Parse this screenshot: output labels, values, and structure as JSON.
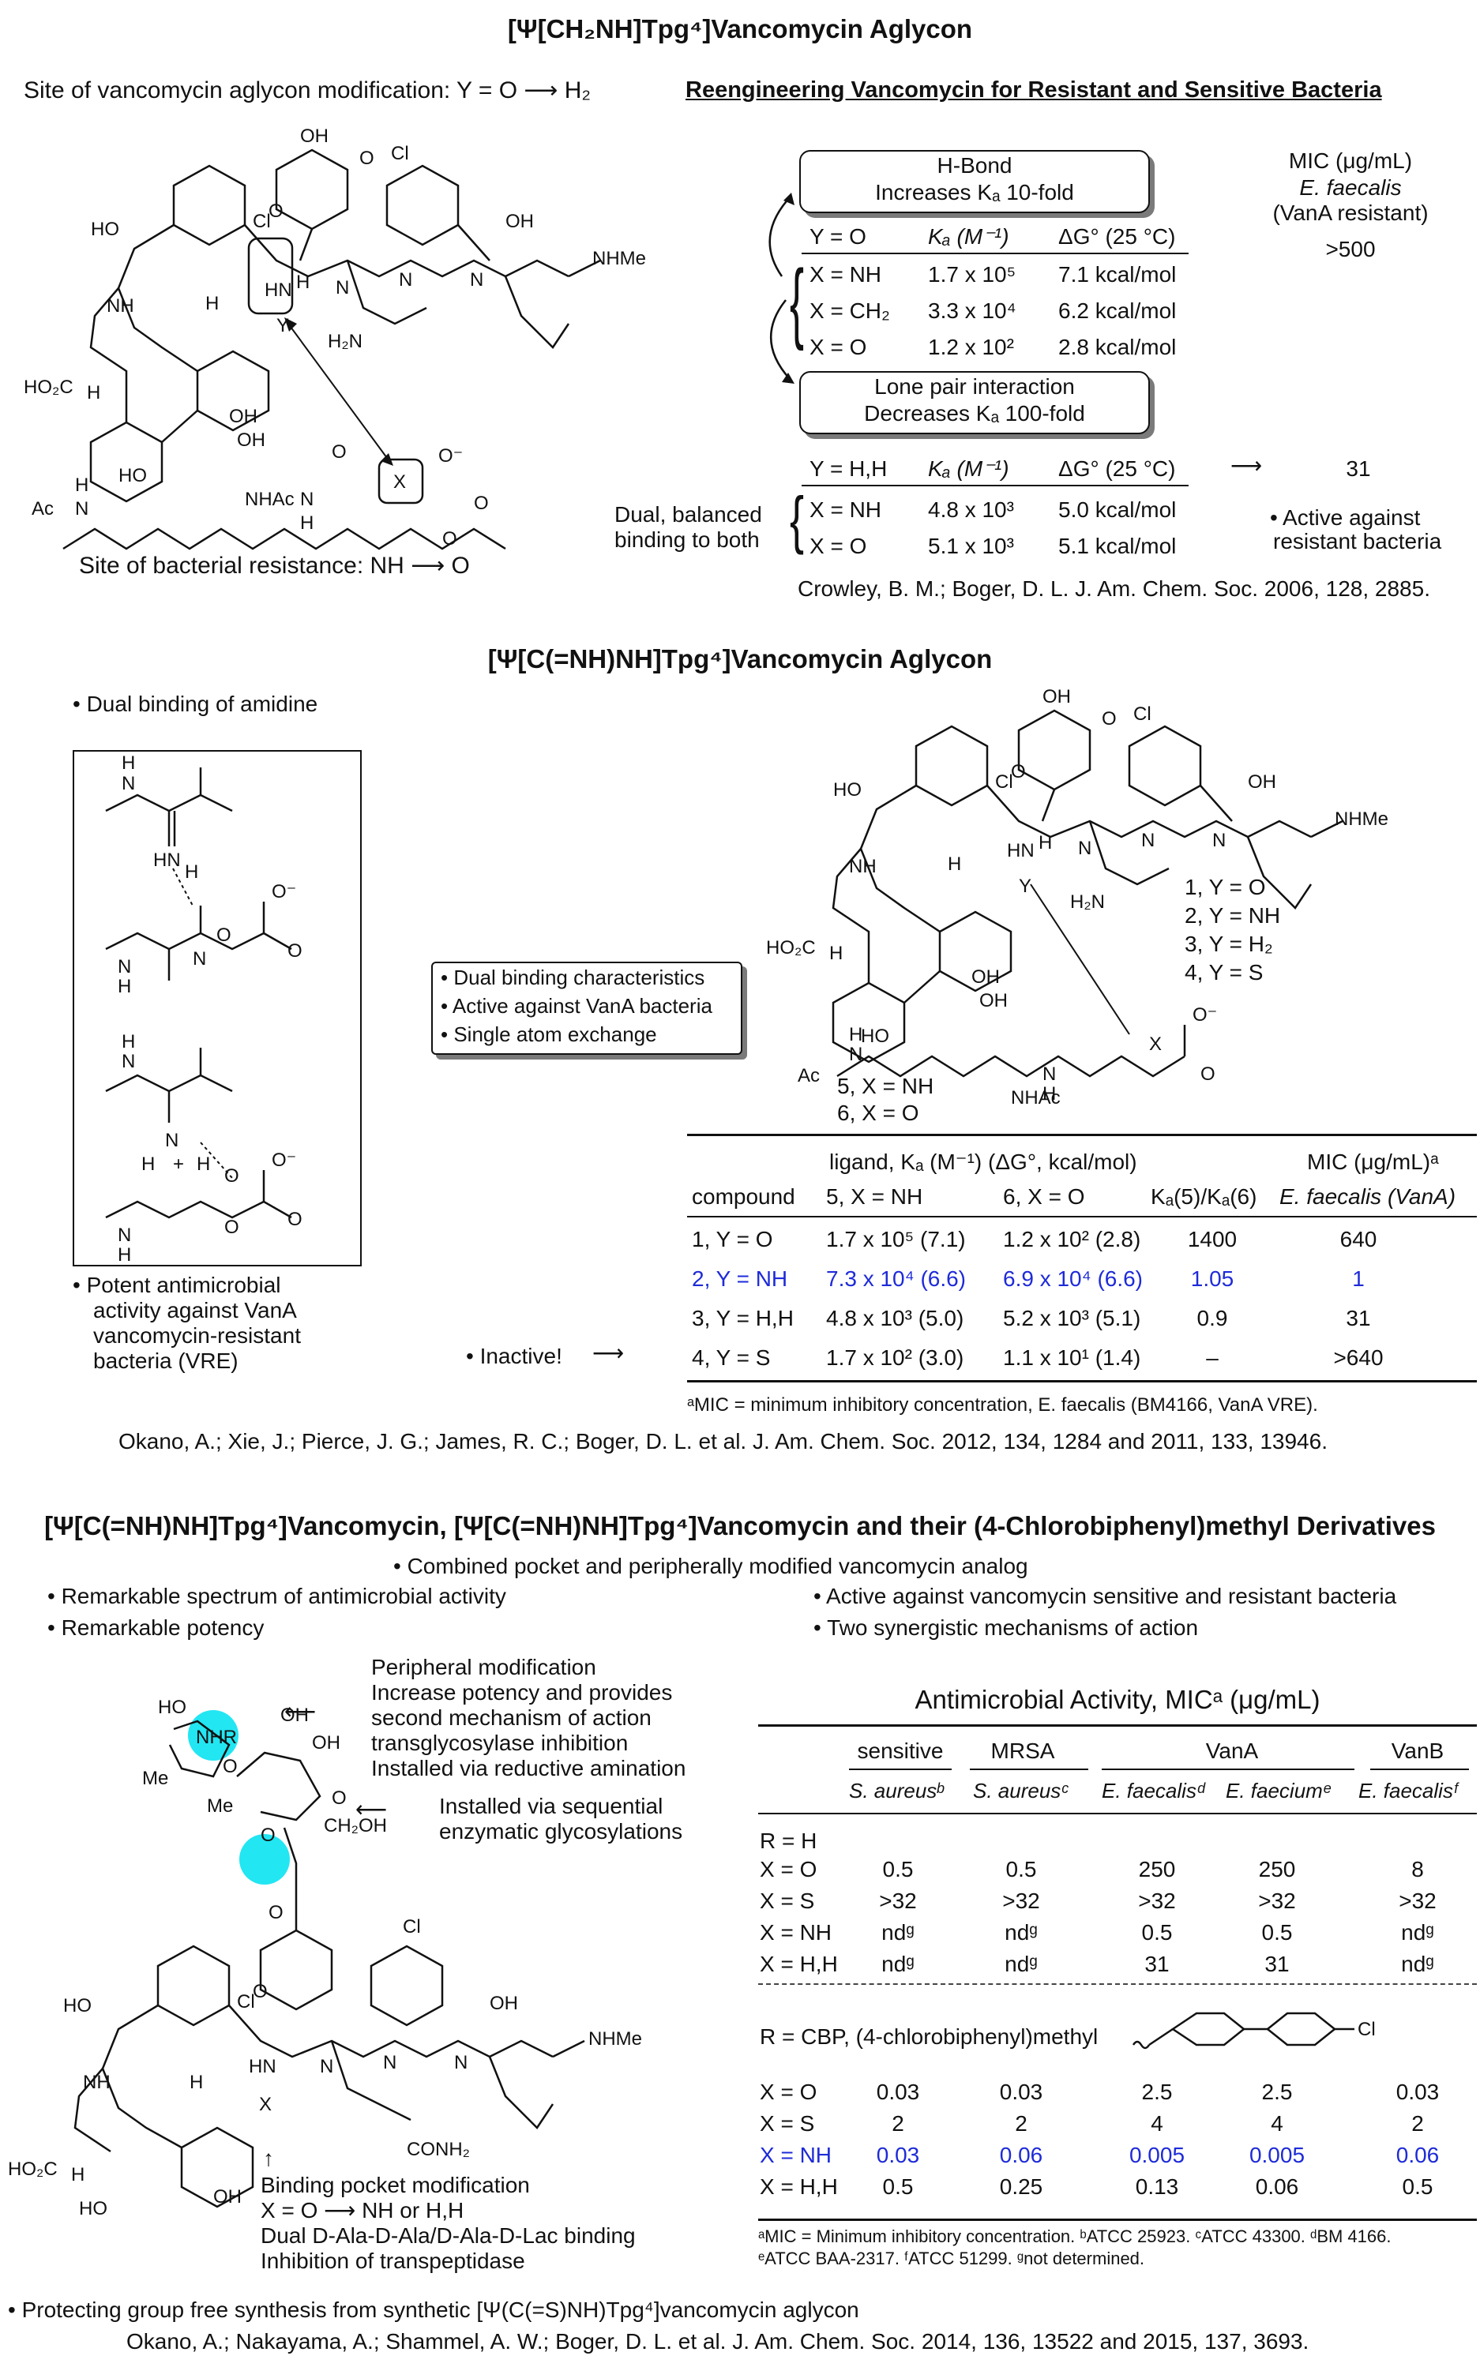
{
  "s1": {
    "title": "[Ψ[CH₂NH]Tpg⁴]Vancomycin Aglycon",
    "site_top": "Site of vancomycin aglycon modification: Y = O",
    "site_top_h2": "H₂",
    "site_bottom": "Site of bacterial resistance: NH",
    "site_bottom_o": "O",
    "right_title": "Reengineering Vancomycin for Resistant and Sensitive Bacteria",
    "hbond_box": [
      "H-Bond",
      "Increases Kₐ 10-fold"
    ],
    "lonepair_box": [
      "Lone pair interaction",
      "Decreases Kₐ 100-fold"
    ],
    "mic_header": [
      "MIC (μg/mL)",
      "E. faecalis",
      "(VanA resistant)"
    ],
    "mic_value_top": ">500",
    "mic_value_bottom": "31",
    "active_note": [
      "• Active against",
      "resistant bacteria"
    ],
    "dual_note": [
      "Dual, balanced",
      "binding to both"
    ],
    "tableA": {
      "header": [
        "Y = O",
        "Kₐ (M⁻¹)",
        "ΔG° (25 °C)"
      ],
      "rows": [
        [
          "X = NH",
          "1.7 x 10⁵",
          "7.1 kcal/mol"
        ],
        [
          "X = CH₂",
          "3.3 x 10⁴",
          "6.2 kcal/mol"
        ],
        [
          "X = O",
          "1.2 x 10²",
          "2.8 kcal/mol"
        ]
      ]
    },
    "tableB": {
      "header": [
        "Y = H,H",
        "Kₐ (M⁻¹)",
        "ΔG° (25 °C)"
      ],
      "rows": [
        [
          "X = NH",
          "4.8 x 10³",
          "5.0 kcal/mol"
        ],
        [
          "X = O",
          "5.1 x 10³",
          "5.1 kcal/mol"
        ]
      ]
    },
    "citation": "Crowley, B. M.; Boger, D. L. J. Am. Chem. Soc. 2006, 128, 2885."
  },
  "s2": {
    "title": "[Ψ[C(=NH)NH]Tpg⁴]Vancomycin Aglycon",
    "dual_binding": "• Dual binding of amidine",
    "features": [
      "• Dual binding characteristics",
      "• Active against VanA bacteria",
      "• Single atom exchange"
    ],
    "potent_note": [
      "• Potent antimicrobial",
      "activity against VanA",
      "vancomycin-resistant",
      "bacteria (VRE)"
    ],
    "inactive": "• Inactive!",
    "compounds_y": [
      "1, Y = O",
      "2, Y = NH",
      "3, Y = H₂",
      "4, Y = S"
    ],
    "ligands": [
      "5, X = NH",
      "6, X = O"
    ],
    "table": {
      "group_header": "ligand, Kₐ (M⁻¹) (ΔG°, kcal/mol)",
      "mic_header": "MIC (μg/mL)ᵃ",
      "cols": [
        "compound",
        "5, X = NH",
        "6, X = O",
        "Kₐ(5)/Kₐ(6)",
        "E. faecalis (VanA)"
      ],
      "rows": [
        [
          "1,  Y = O",
          "1.7 x 10⁵ (7.1)",
          "1.2 x 10² (2.8)",
          "1400",
          "640"
        ],
        [
          "2,  Y = NH",
          "7.3 x 10⁴ (6.6)",
          "6.9 x 10⁴ (6.6)",
          "1.05",
          "1"
        ],
        [
          "3,  Y = H,H",
          "4.8 x 10³ (5.0)",
          "5.2 x 10³ (5.1)",
          "0.9",
          "31"
        ],
        [
          "4,  Y = S",
          "1.7 x 10² (3.0)",
          "1.1 x 10¹ (1.4)",
          "–",
          ">640"
        ]
      ],
      "highlight_row": 1,
      "footnote": "ᵃMIC = minimum inhibitory concentration, E. faecalis (BM4166, VanA VRE)."
    },
    "citation": "Okano, A.; Xie, J.; Pierce, J. G.; James, R. C.; Boger, D. L. et al. J. Am. Chem. Soc. 2012, 134, 1284 and 2011, 133, 13946."
  },
  "s3": {
    "title": "[Ψ[C(=NH)NH]Tpg⁴]Vancomycin, [Ψ[C(=NH)NH]Tpg⁴]Vancomycin and their (4-Chlorobiphenyl)methyl Derivatives",
    "combined": "• Combined pocket and peripherally modified vancomycin analog",
    "left_bullets": [
      "• Remarkable spectrum of antimicrobial activity",
      "• Remarkable potency"
    ],
    "right_bullets": [
      "• Active against vancomycin sensitive and resistant bacteria",
      "• Two synergistic mechanisms of action"
    ],
    "peripheral": [
      "Peripheral modification",
      "Increase potency and provides",
      "second mechanism of action",
      "transglycosylase inhibition",
      "Installed via reductive amination"
    ],
    "enzymatic": [
      "Installed via sequential",
      "enzymatic glycosylations"
    ],
    "pocket": [
      "Binding pocket modification",
      "X = O",
      "NH or H,H",
      "Dual D-Ala-D-Ala/D-Ala-D-Lac binding",
      "Inhibition of transpeptidase"
    ],
    "table": {
      "title": "Antimicrobial Activity, MICᵃ (μg/mL)",
      "groups": [
        "sensitive",
        "MRSA",
        "VanA",
        "VanB"
      ],
      "orgs": [
        "S. aureusᵇ",
        "S. aureusᶜ",
        "E. faecalisᵈ",
        "E. faeciumᵉ",
        "E. faecalisᶠ"
      ],
      "r_h_label": "R = H",
      "r_h_rows": [
        [
          "X = O",
          "0.5",
          "0.5",
          "250",
          "250",
          "8"
        ],
        [
          "X = S",
          ">32",
          ">32",
          ">32",
          ">32",
          ">32"
        ],
        [
          "X = NH",
          "ndᵍ",
          "ndᵍ",
          "0.5",
          "0.5",
          "ndᵍ"
        ],
        [
          "X = H,H",
          "ndᵍ",
          "ndᵍ",
          "31",
          "31",
          "ndᵍ"
        ]
      ],
      "r_cbp_label": "R = CBP, (4-chlorobiphenyl)methyl",
      "r_cbp_rows": [
        [
          "X = O",
          "0.03",
          "0.03",
          "2.5",
          "2.5",
          "0.03"
        ],
        [
          "X = S",
          "2",
          "2",
          "4",
          "4",
          "2"
        ],
        [
          "X = NH",
          "0.03",
          "0.06",
          "0.005",
          "0.005",
          "0.06"
        ],
        [
          "X = H,H",
          "0.5",
          "0.25",
          "0.13",
          "0.06",
          "0.5"
        ]
      ],
      "highlight_row": 2,
      "footnotes": [
        "ᵃMIC = Minimum inhibitory concentration. ᵇATCC 25923. ᶜATCC 43300. ᵈBM 4166.",
        "ᵉATCC BAA-2317. ᶠATCC 51299. ᵍnot determined."
      ]
    },
    "protecting": "• Protecting group free synthesis from synthetic [Ψ(C(=S)NH)Tpg⁴]vancomycin aglycon",
    "citation": "Okano, A.; Nakayama, A.; Shammel, A. W.; Boger, D. L. et al. J. Am. Chem. Soc. 2014, 136, 13522 and 2015, 137, 3693."
  },
  "structure_labels": {
    "core": [
      "OH",
      "Cl",
      "Cl",
      "O",
      "O",
      "HO",
      "OH",
      "H",
      "NH",
      "HN",
      "H",
      "N",
      "H",
      "HO₂C",
      "OH",
      "HO",
      "O",
      "O",
      "O",
      "O",
      "NHMe",
      "H₂N",
      "Y"
    ],
    "ligand": [
      "Ac",
      "N",
      "H",
      "NHAc",
      "N",
      "H",
      "X",
      "O⁻",
      "O",
      "O"
    ],
    "sugar": [
      "HO",
      "NHR",
      "Me",
      "Me",
      "O",
      "OH",
      "OH",
      "O",
      "CH₂OH",
      "O"
    ],
    "cbp": [
      "Cl"
    ],
    "amidine": [
      "N",
      "H",
      "HN",
      "H",
      "N",
      "H",
      "N",
      "O⁻",
      "O",
      "H",
      "+",
      "H",
      "N",
      "H",
      "O",
      "O⁻"
    ]
  },
  "colors": {
    "highlight_text": "#1e2bd8",
    "cyan_circle": "#22e6f2",
    "shadow": "#7a7a7a"
  }
}
